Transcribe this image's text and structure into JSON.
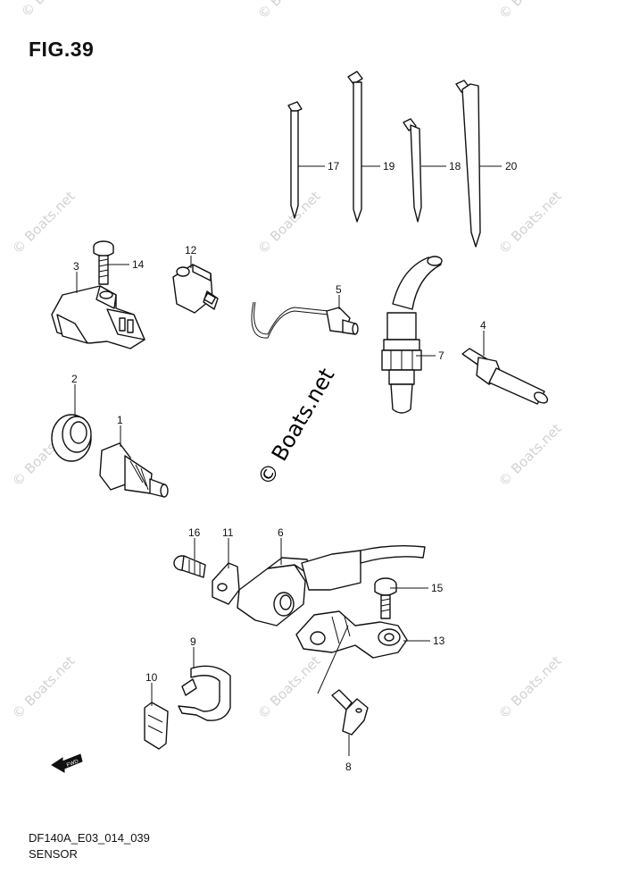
{
  "figure": {
    "title": "FIG.39",
    "drawing_code": "DF140A_E03_014_039",
    "section_name": "SENSOR"
  },
  "watermark": {
    "text": "© Boats.net",
    "color": "#d2d2d2",
    "center_color": "#000000"
  },
  "callouts": [
    {
      "number": "1"
    },
    {
      "number": "2"
    },
    {
      "number": "3"
    },
    {
      "number": "4"
    },
    {
      "number": "5"
    },
    {
      "number": "6"
    },
    {
      "number": "7"
    },
    {
      "number": "8"
    },
    {
      "number": "9"
    },
    {
      "number": "10"
    },
    {
      "number": "11"
    },
    {
      "number": "12"
    },
    {
      "number": "13"
    },
    {
      "number": "14"
    },
    {
      "number": "15"
    },
    {
      "number": "16"
    },
    {
      "number": "17"
    },
    {
      "number": "18"
    },
    {
      "number": "19"
    },
    {
      "number": "20"
    }
  ],
  "fwd_label": "FWD",
  "fwd_icon": "fwd-arrow-icon"
}
